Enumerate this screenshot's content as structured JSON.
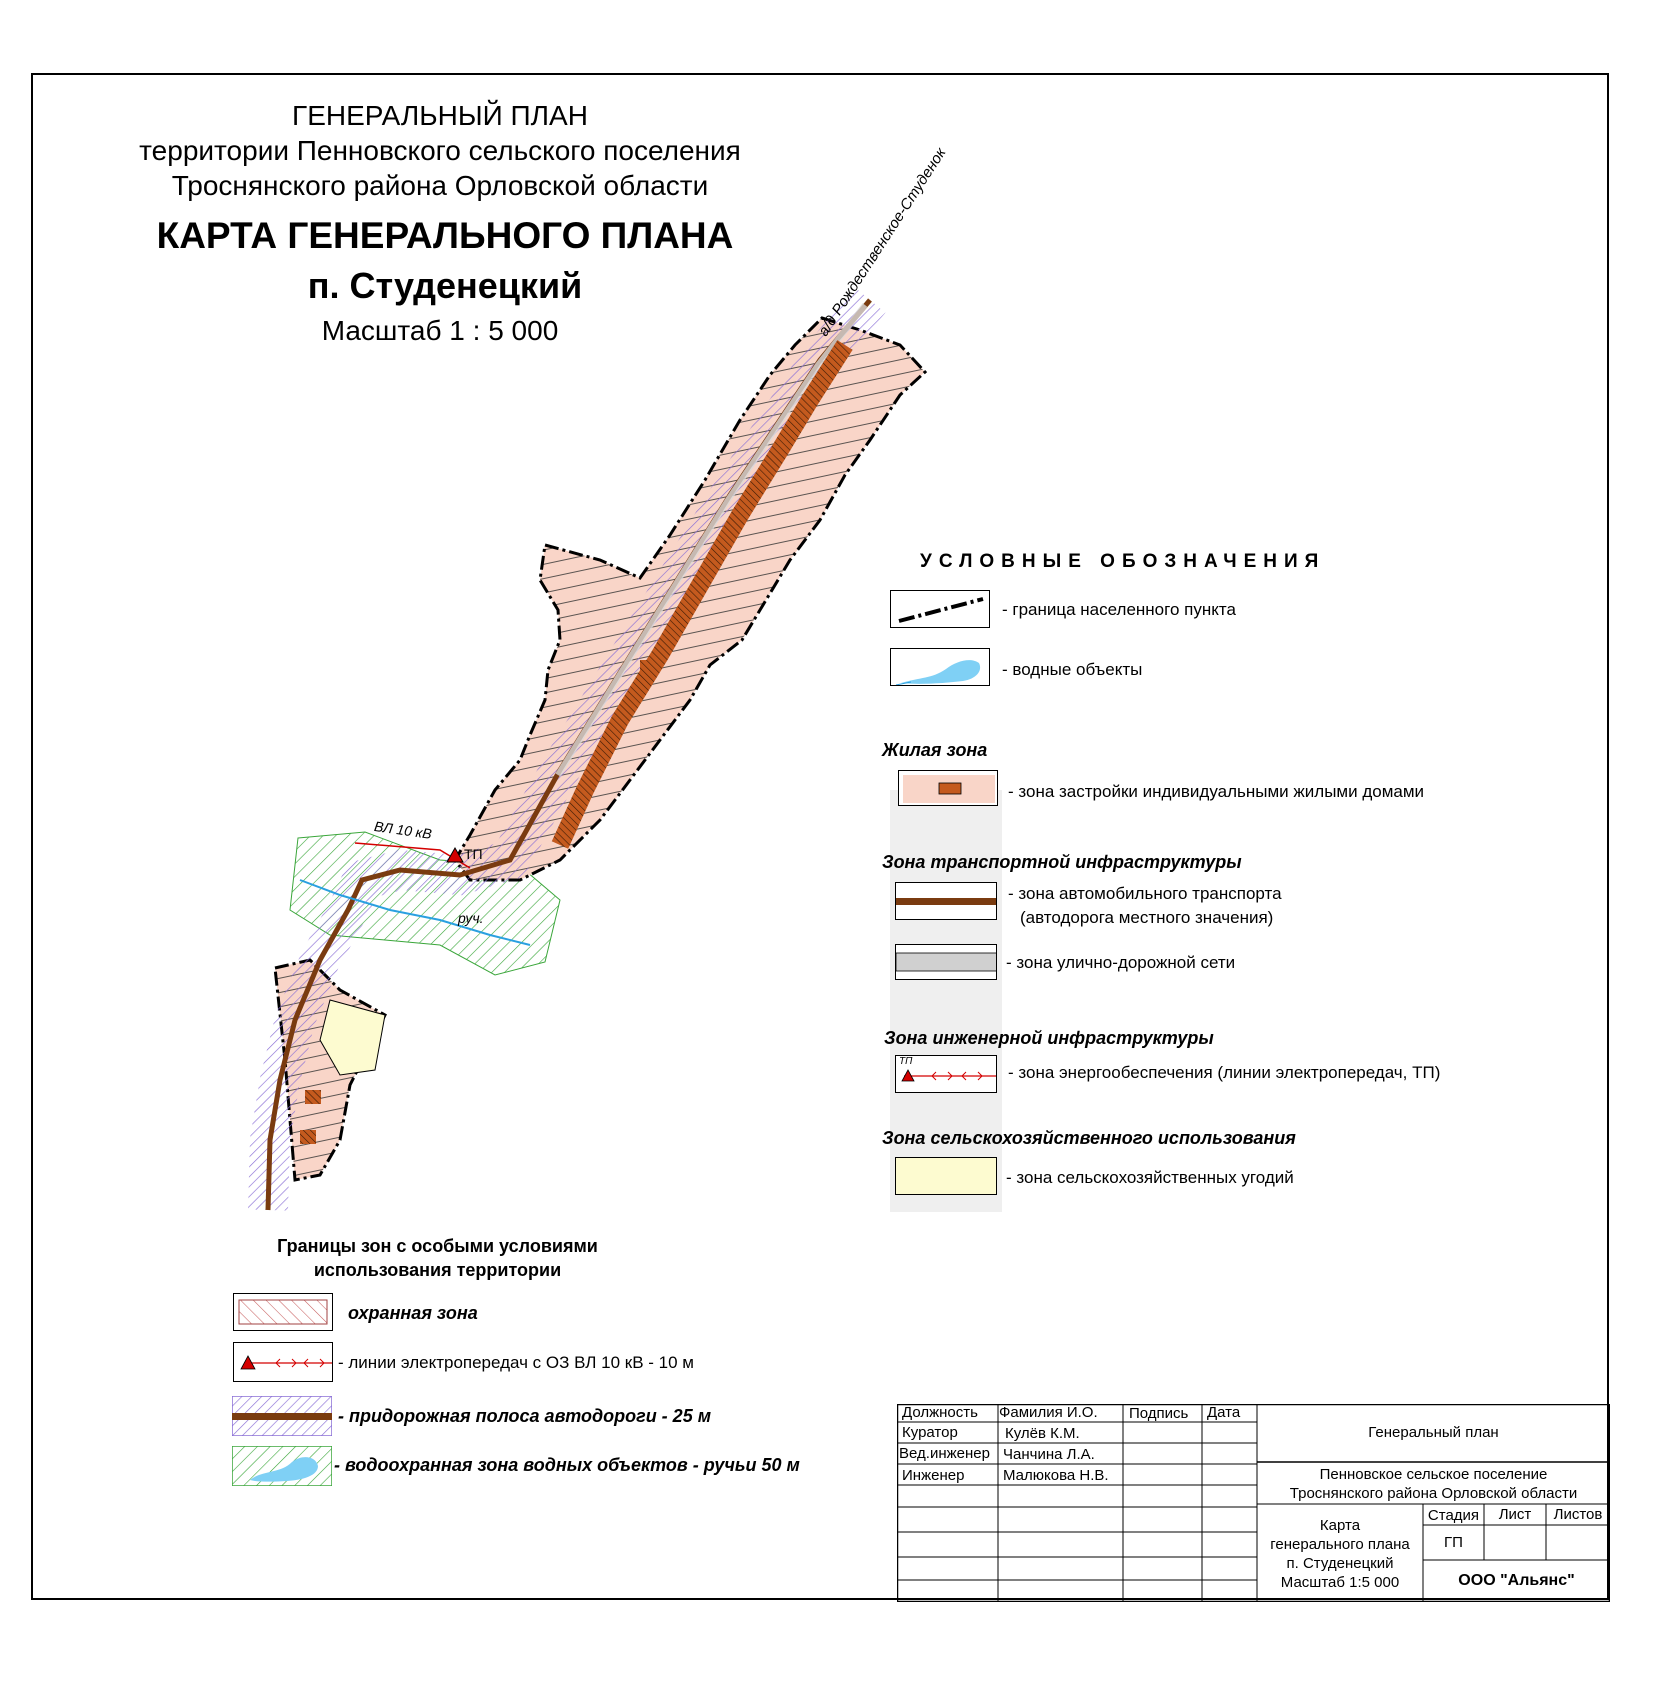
{
  "header": {
    "line1": "ГЕНЕРАЛЬНЫЙ  ПЛАН",
    "line2": "территории Пенновского сельского поселения",
    "line3": "Троснянского  района Орловской области",
    "main_title": "КАРТА ГЕНЕРАЛЬНОГО ПЛАНА",
    "settlement": "п. Студенецкий",
    "scale": "Масштаб 1 : 5 000"
  },
  "map_labels": {
    "road": "а/д Рождественское-Студенок",
    "power_line": "ВЛ 10 кВ",
    "substation": "ТП",
    "stream": "руч."
  },
  "legend": {
    "heading": "УСЛОВНЫЕ  ОБОЗНАЧЕНИЯ",
    "boundary": "- граница населенного пункта",
    "water": "- водные объекты",
    "residential_group": "Жилая зона",
    "residential": "- зона застройки индивидуальными жилыми домами",
    "transport_group": "Зона транспортной инфраструктуры",
    "auto_transport_1": "- зона автомобильного транспорта",
    "auto_transport_2": "(автодорога местного значения)",
    "street_network": "- зона улично-дорожной сети",
    "engineering_group": "Зона инженерной инфраструктуры",
    "energy": "- зона энергообеспечения (линии электропередач, ТП)",
    "energy_icon_label": "ТП",
    "agri_group": "Зона сельскохозяйственного использования",
    "agri": "- зона сельскохозяйственных угодий"
  },
  "special_zones": {
    "heading_1": "Границы зон с особыми условиями",
    "heading_2": "использования территории",
    "protection": "охранная зона",
    "power_line": "- линии электропередач с ОЗ  ВЛ 10 кВ - 10 м",
    "roadside": "- придорожная полоса автодороги  - 25 м",
    "water_protection": "- водоохранная зона водных объектов - ручьи 50 м"
  },
  "stamp": {
    "headers": [
      "Должность",
      "Фамилия И.О.",
      "Подпись",
      "Дата"
    ],
    "rows": [
      [
        "Куратор",
        "Кулёв К.М."
      ],
      [
        "Вед.инженер",
        "Чанчина Л.А."
      ],
      [
        "Инженер",
        "Малюкова Н.В."
      ]
    ],
    "doc_title": "Генеральный план",
    "org_1": "Пенновское сельское поселение",
    "org_2": "Троснянского района  Орловской области",
    "sheet_1": "Карта",
    "sheet_2": "генерального плана",
    "sheet_3": "п. Студенецкий",
    "sheet_4": "Масштаб 1:5 000",
    "stage_label": "Стадия",
    "list_label": "Лист",
    "lists_label": "Листов",
    "stage_value": "ГП",
    "company": "ООО \"Альянс\""
  },
  "colors": {
    "residential": "#f9d5c8",
    "building": "#c45a1e",
    "road": "#7a3b10",
    "roadside": "#8a6fd6",
    "water": "#7fd0f5",
    "water_zone": "#3aa63a",
    "power": "#d40000",
    "agri": "#fdfbd0",
    "street": "#d0d0d0"
  }
}
